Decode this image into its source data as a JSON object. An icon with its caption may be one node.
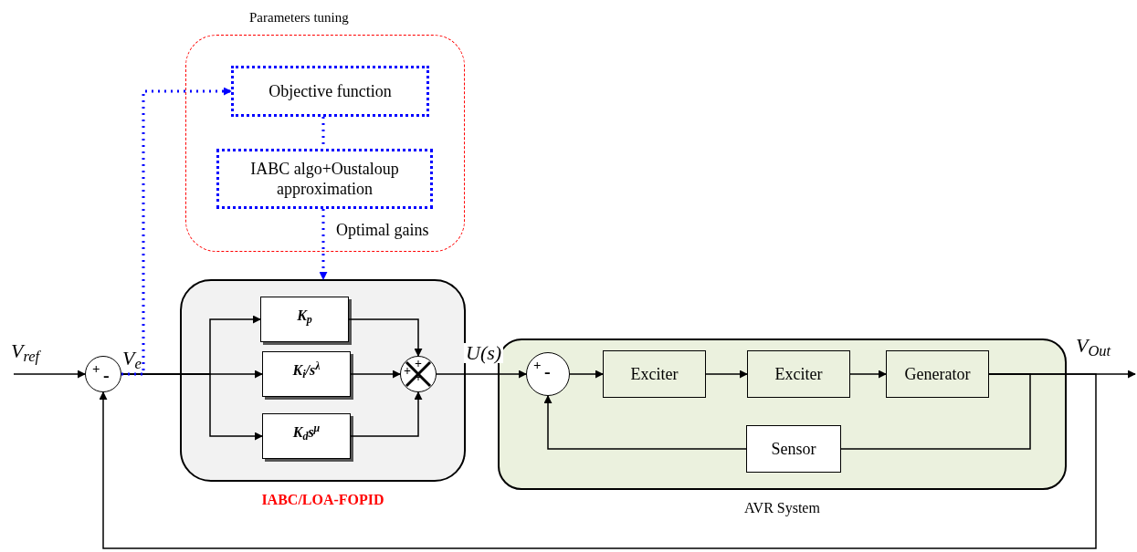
{
  "diagram": {
    "nodes": [
      {
        "text": [
          "Parameters tuning"
        ]
      },
      {
        "text": [
          "Objective function"
        ],
        "in": 0
      },
      {
        "text": [
          "IABC algo+Oustaloup approximation"
        ],
        "in": 0
      },
      {
        "text": [
          "+",
          "-"
        ]
      },
      {
        "text": [
          "IABC/LOA-FOPID"
        ]
      },
      {
        "text": [
          "K$_{p}$"
        ],
        "in": 4
      },
      {
        "text": [
          "K$_{i}$/s$^{λ}$"
        ],
        "in": 4
      },
      {
        "text": [
          "K$_{d}$s$^{μ}$"
        ],
        "in": 4
      },
      {
        "text": [
          "+",
          "+",
          "+"
        ],
        "in": 4
      },
      {
        "text": [
          "AVR System"
        ]
      },
      {
        "text": [
          "+",
          "-"
        ],
        "in": 9
      },
      {
        "text": [
          "Exciter"
        ],
        "in": 9
      },
      {
        "text": [
          "Exciter"
        ],
        "in": 9
      },
      {
        "text": [
          "Generator"
        ],
        "in": 9
      },
      {
        "text": [
          "Sensor"
        ],
        "in": 9
      }
    ],
    "edges": [
      {
        "from": null,
        "to": 3,
        "arrow": "to",
        "label": "V$_{ref}$"
      },
      {
        "from": 3,
        "to": 5,
        "arrow": "to"
      },
      {
        "from": 3,
        "to": 6,
        "arrow": "to"
      },
      {
        "from": 3,
        "to": 7,
        "arrow": "to"
      },
      {
        "from": 3,
        "to": 1,
        "arrow": "to",
        "style": "dashed",
        "color": "#0000ff"
      },
      {
        "from": 1,
        "to": 2,
        "arrow": "none",
        "style": "dashed",
        "color": "#0000ff"
      },
      {
        "from": 2,
        "to": 4,
        "arrow": "to",
        "style": "dashed",
        "color": "#0000ff",
        "label": "Optimal gains"
      },
      {
        "from": 5,
        "to": 8,
        "arrow": "to"
      },
      {
        "from": 6,
        "to": 8,
        "arrow": "to"
      },
      {
        "from": 7,
        "to": 8,
        "arrow": "to"
      },
      {
        "from": 8,
        "to": 10,
        "arrow": "to",
        "label": "U(s)"
      },
      {
        "from": 10,
        "to": 11,
        "arrow": "to"
      },
      {
        "from": 11,
        "to": 12,
        "arrow": "to"
      },
      {
        "from": 12,
        "to": 13,
        "arrow": "to"
      },
      {
        "from": 13,
        "to": null,
        "arrow": "to",
        "label": "V$_{Out}$"
      },
      {
        "from": 13,
        "to": 14,
        "arrow": "none"
      },
      {
        "from": 14,
        "to": 10,
        "arrow": "to"
      },
      {
        "from": 13,
        "to": 3,
        "arrow": "to"
      }
    ],
    "labels": [
      "V$_{e}$"
    ]
  }
}
